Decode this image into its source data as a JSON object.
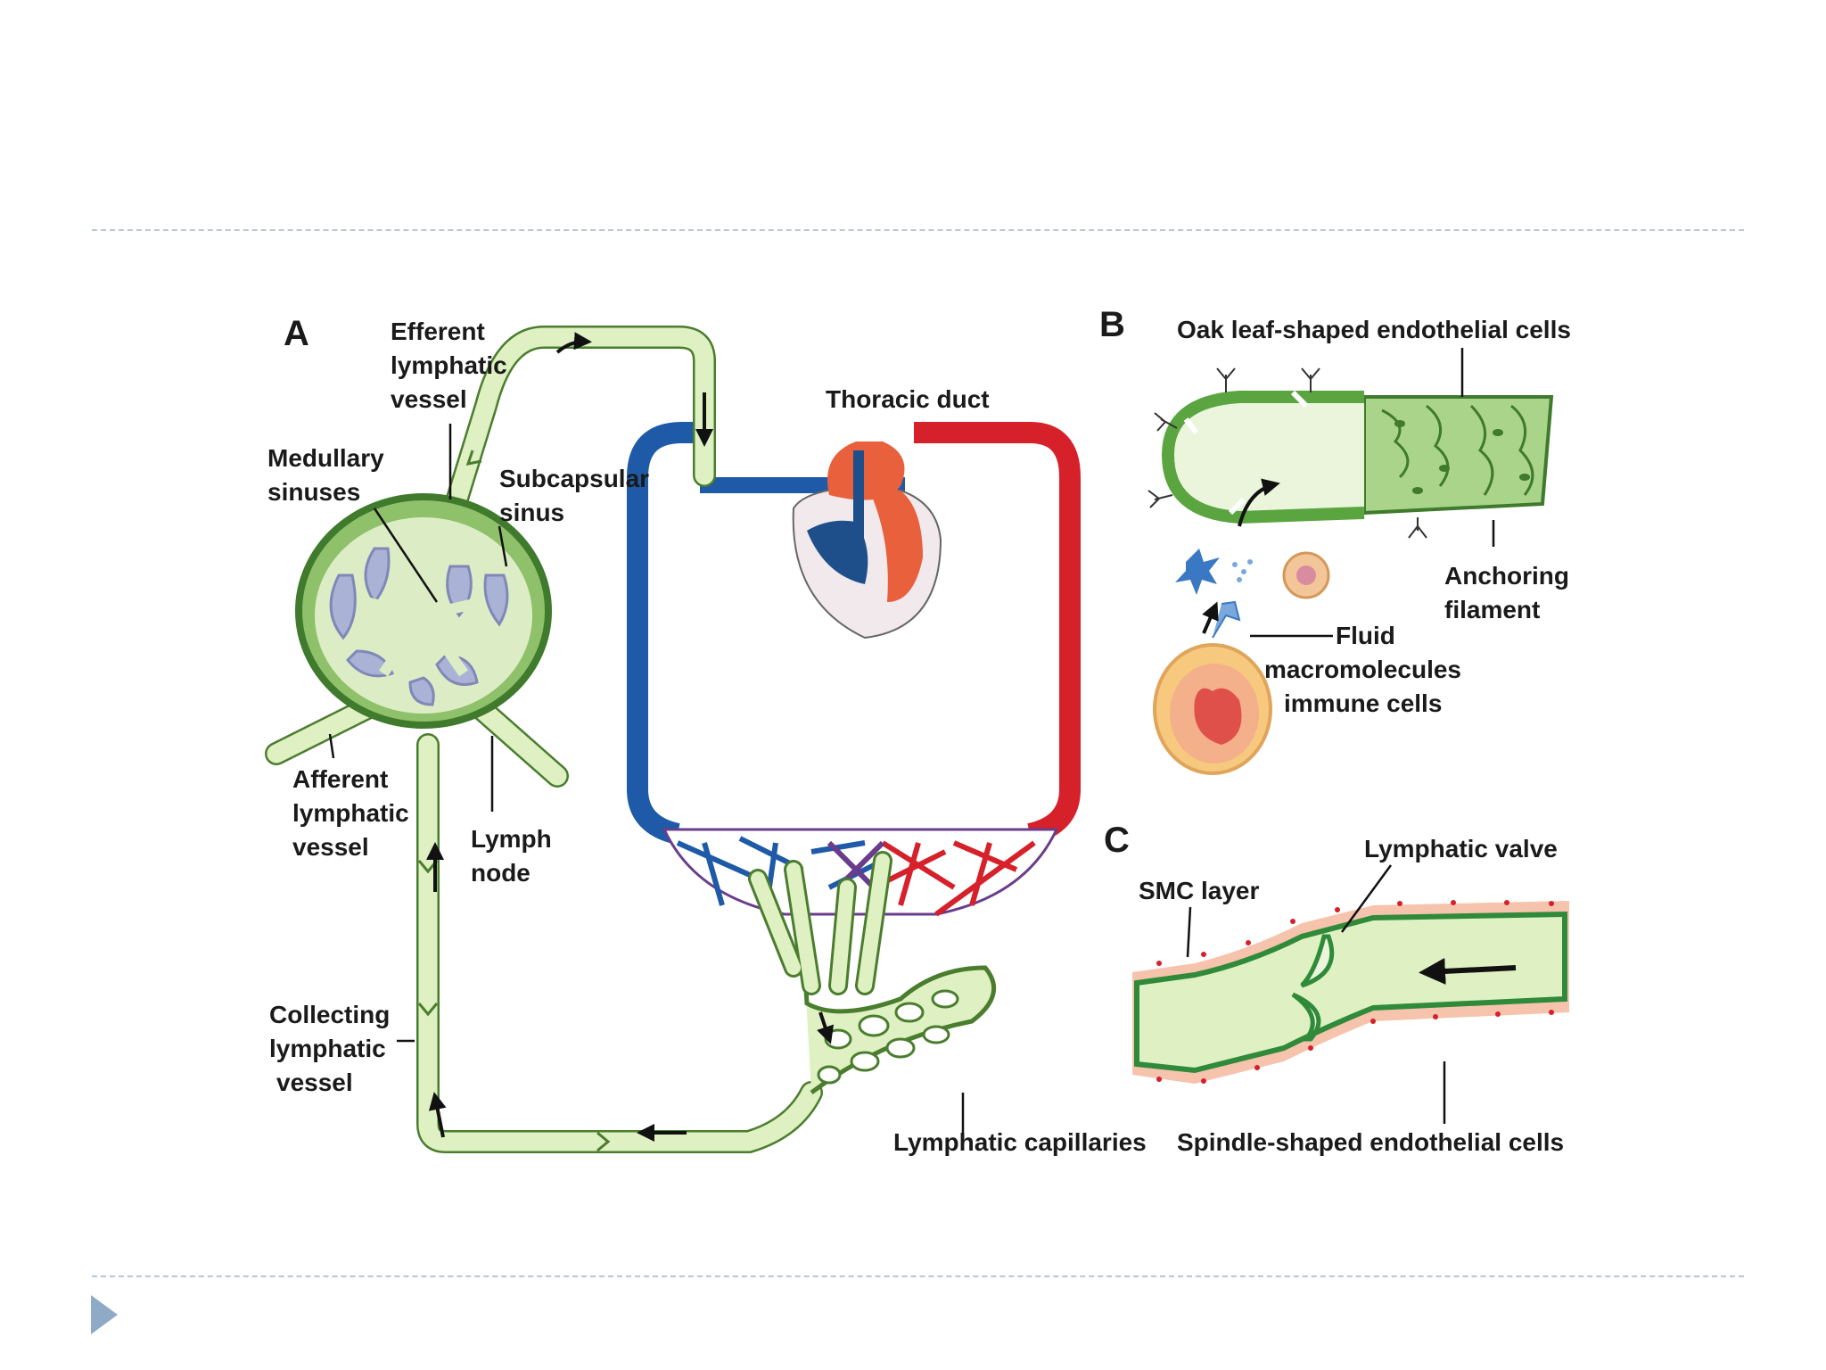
{
  "panels": {
    "A": {
      "letter": "A",
      "efferent": [
        "Efferent",
        "lymphatic",
        "vessel"
      ],
      "medullary": [
        "Medullary",
        "sinuses"
      ],
      "subcapsular": [
        "Subcapsular",
        "sinus"
      ],
      "thoracic": "Thoracic duct",
      "afferent": [
        "Afferent",
        "lymphatic",
        "vessel"
      ],
      "lymph_node": [
        "Lymph",
        "node"
      ],
      "collecting": [
        "Collecting",
        "lymphatic",
        "vessel"
      ],
      "capillaries": "Lymphatic capillaries"
    },
    "B": {
      "letter": "B",
      "oak": "Oak leaf-shaped endothelial cells",
      "anchoring": [
        "Anchoring",
        "filament"
      ],
      "fluid": [
        "Fluid",
        "macromolecules",
        "immune cells"
      ]
    },
    "C": {
      "letter": "C",
      "smc": "SMC layer",
      "valve": "Lymphatic valve",
      "spindle": "Spindle-shaped endothelial cells"
    }
  },
  "colors": {
    "lymph": "#dff0c3",
    "lymph_stroke": "#4a7d2e",
    "vein": "#1e5aa8",
    "artery": "#d6202a",
    "node": "#5aa540",
    "sinus": "#aab2d6"
  }
}
